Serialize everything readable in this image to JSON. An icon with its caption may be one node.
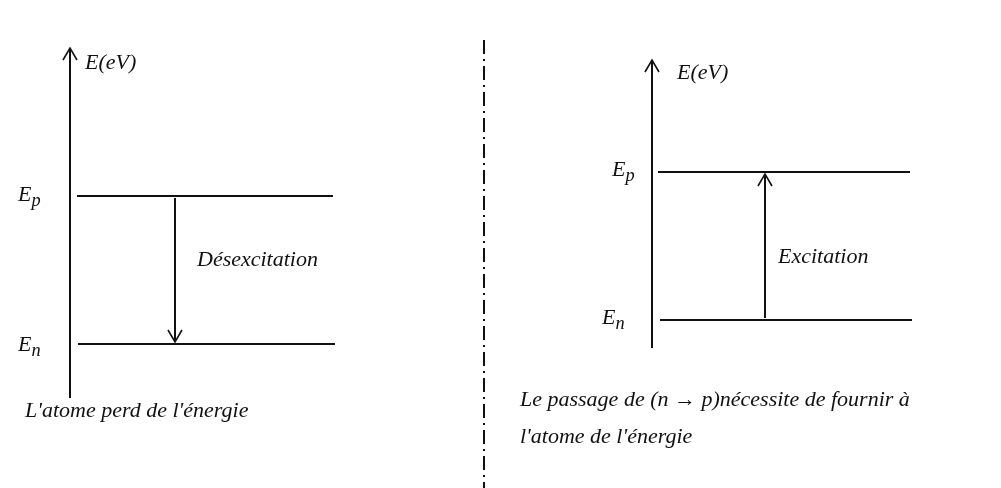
{
  "diagram": {
    "nodes": [
      {
        "text": [],
        "shape": "bar",
        "beside": [
          "E$_{p}$"
        ]
      },
      {
        "text": [],
        "shape": "bar",
        "beside": [
          "E$_{n}$"
        ]
      },
      {
        "text": [],
        "shape": "bar",
        "beside": [
          "E$_{p}$"
        ]
      },
      {
        "text": [],
        "shape": "bar",
        "beside": [
          "E$_{n}$"
        ]
      }
    ],
    "edges": [
      {
        "from": 0,
        "to": 1,
        "arrow": "to",
        "label": "Désexcitation"
      },
      {
        "from": 3,
        "to": 2,
        "arrow": "to",
        "label": "Excitation"
      }
    ],
    "labels": [
      "E(eV)",
      "E(eV)",
      "L'atome perd de l'énergie",
      "Le passage de (n → p)nécessite de fournir à l'atome de l'énergie"
    ]
  }
}
